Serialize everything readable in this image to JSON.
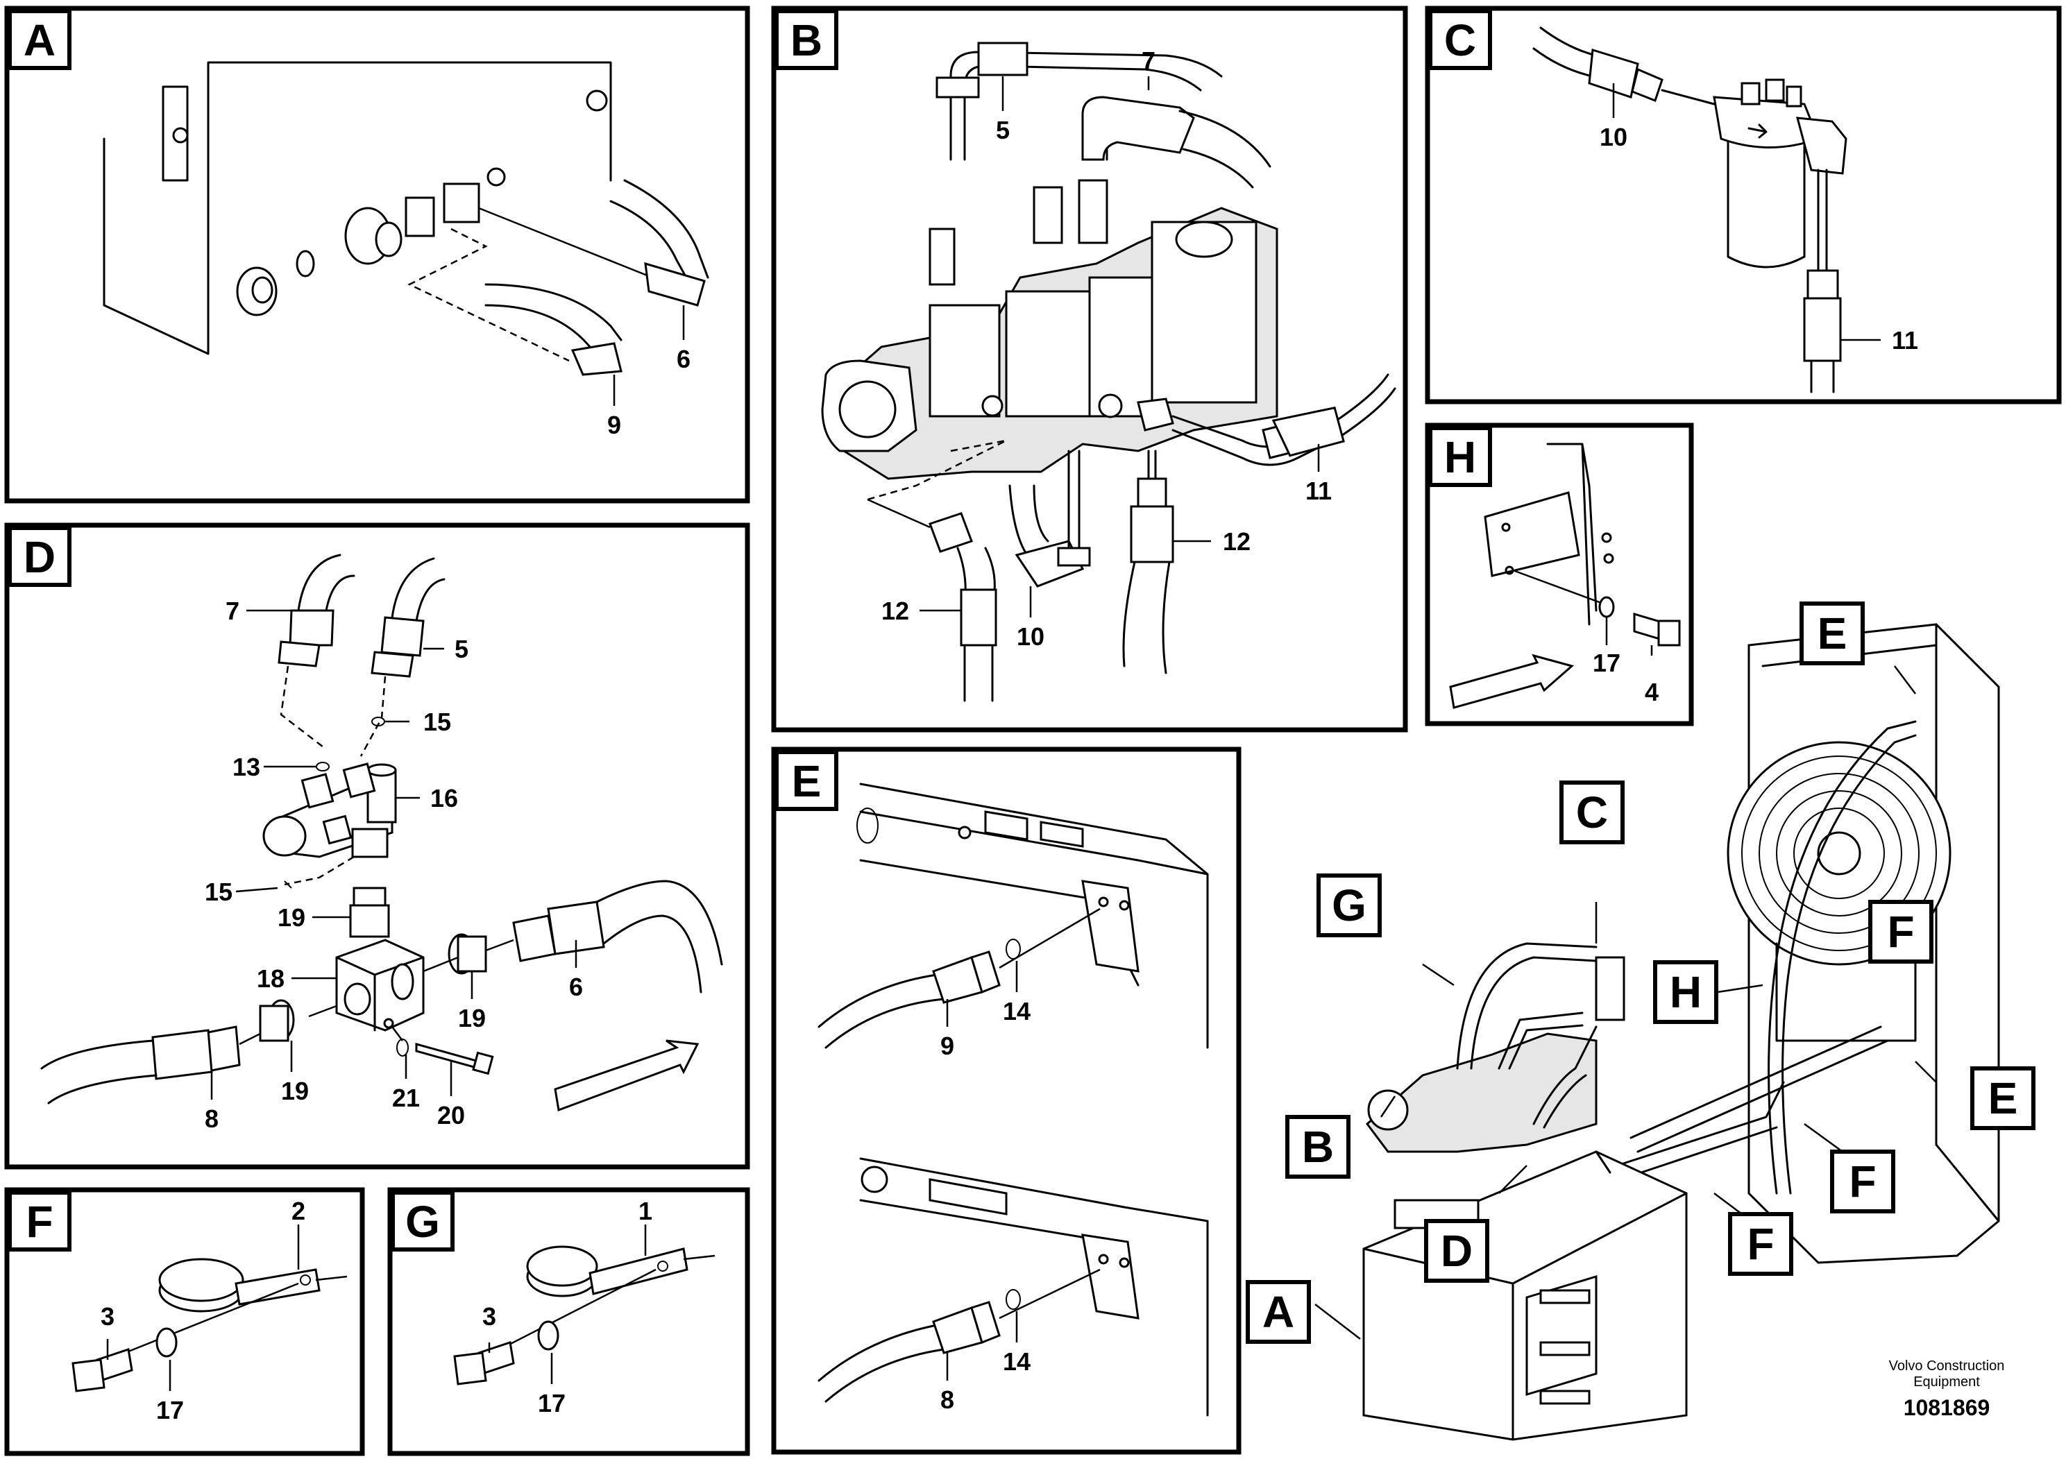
{
  "panels": {
    "A": {
      "letter": "A",
      "callouts": [
        "6",
        "9"
      ]
    },
    "B": {
      "letter": "B",
      "callouts": [
        "7",
        "5",
        "11",
        "12",
        "12",
        "10"
      ]
    },
    "C": {
      "letter": "C",
      "callouts": [
        "10",
        "11"
      ]
    },
    "D": {
      "letter": "D",
      "callouts": [
        "7",
        "5",
        "15",
        "13",
        "16",
        "15",
        "19",
        "18",
        "6",
        "19",
        "19",
        "21",
        "20",
        "8"
      ]
    },
    "E": {
      "letter": "E",
      "callouts": [
        "9",
        "14",
        "8",
        "14"
      ]
    },
    "F": {
      "letter": "F",
      "callouts": [
        "2",
        "3",
        "17"
      ]
    },
    "G": {
      "letter": "G",
      "callouts": [
        "1",
        "3",
        "17"
      ]
    },
    "H": {
      "letter": "H",
      "callouts": [
        "17",
        "4"
      ]
    }
  },
  "overview_tags": [
    "C",
    "G",
    "E",
    "F",
    "H",
    "E",
    "F",
    "F",
    "B",
    "D",
    "A"
  ],
  "footer": {
    "company_line1": "Volvo Construction",
    "company_line2": "Equipment",
    "drawing_number": "1081869"
  }
}
